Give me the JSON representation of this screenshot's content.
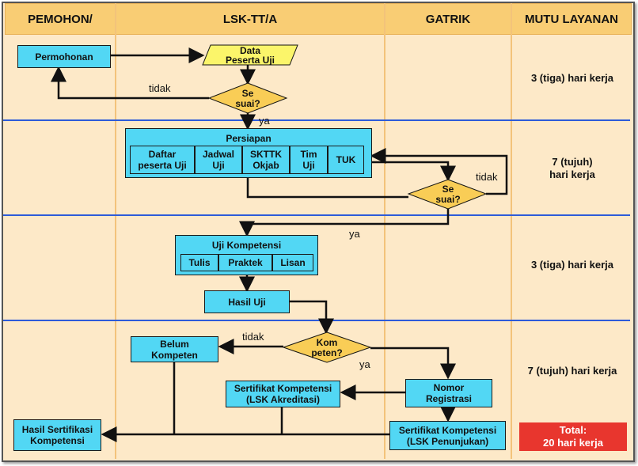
{
  "columns": [
    "PEMOHON/",
    "LSK-TT/A",
    "GATRIK",
    "MUTU LAYANAN"
  ],
  "nodes": {
    "permohonan": "Permohonan",
    "data_peserta_line1": "Data",
    "data_peserta_line2": "Peserta Uji",
    "sesuai1_line1": "Se",
    "sesuai1_line2": "suai?",
    "persiapan": "Persiapan",
    "persiapan_items": [
      {
        "line1": "Daftar",
        "line2": "peserta Uji"
      },
      {
        "line1": "Jadwal",
        "line2": "Uji"
      },
      {
        "line1": "SKTTK",
        "line2": "Okjab"
      },
      {
        "line1": "Tim",
        "line2": "Uji"
      },
      {
        "line1": "TUK",
        "line2": ""
      }
    ],
    "sesuai2_line1": "Se",
    "sesuai2_line2": "suai?",
    "uji_kompetensi": "Uji Kompetensi",
    "uji_items": [
      "Tulis",
      "Praktek",
      "Lisan"
    ],
    "hasil_uji": "Hasil Uji",
    "kompeten_line1": "Kom",
    "kompeten_line2": "peten?",
    "belum_line1": "Belum",
    "belum_line2": "Kompeten",
    "nomor_line1": "Nomor",
    "nomor_line2": "Registrasi",
    "sertifikat_akreditasi_line1": "Sertifikat Kompetensi",
    "sertifikat_akreditasi_line2": "(LSK Akreditasi)",
    "sertifikat_penunjukan_line1": "Sertifikat Kompetensi",
    "sertifikat_penunjukan_line2": "(LSK Penunjukan)",
    "hasil_sertifikasi_line1": "Hasil Sertifikasi",
    "hasil_sertifikasi_line2": "Kompetensi"
  },
  "edge_labels": {
    "tidak1": "tidak",
    "ya1": "ya",
    "tidak2": "tidak",
    "ya2": "ya",
    "tidak3": "tidak",
    "ya3": "ya"
  },
  "mutu": {
    "row1": "3 (tiga) hari kerja",
    "row2_line1": "7 (tujuh)",
    "row2_line2": "hari kerja",
    "row3": "3 (tiga) hari kerja",
    "row4": "7 (tujuh) hari kerja",
    "total_line1": "Total:",
    "total_line2": "20 hari kerja"
  },
  "colors": {
    "box_fill": "#52d7f4",
    "decision_fill": "#f9cd56",
    "data_fill": "#fbf56a",
    "header_fill": "#f9cd74",
    "divider": "#2d5bd9",
    "total_fill": "#e8362e"
  }
}
